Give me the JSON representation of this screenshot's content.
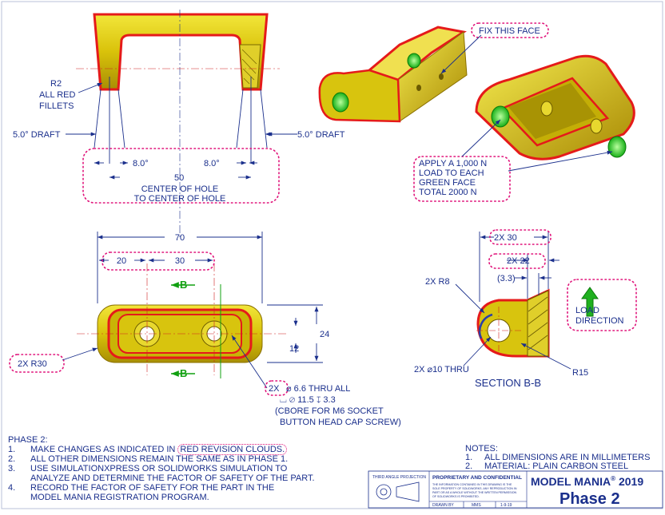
{
  "colors": {
    "part_yellow": "#e8d40c",
    "fillet_red": "#e51a1a",
    "face_green": "#2ecc2e",
    "dim_blue": "#1a2f8c",
    "cloud_magenta": "#e0137a",
    "section_blue": "#2a3fa8"
  },
  "top_view": {
    "fillet_note": [
      "R2",
      "ALL RED",
      "FILLETS"
    ],
    "draft_left": "5.0° DRAFT",
    "draft_right": "5.0° DRAFT",
    "angle_left": "8.0°",
    "angle_right": "8.0°",
    "span": "50",
    "span_note": [
      "CENTER OF HOLE",
      "TO CENTER OF HOLE"
    ]
  },
  "iso_view": {
    "fix_label": "FIX THIS FACE",
    "load_note": [
      "APPLY A 1,000 N",
      "LOAD TO EACH",
      "GREEN FACE",
      "TOTAL 2000 N"
    ]
  },
  "front_view": {
    "overall": "70",
    "d20": "20",
    "d30": "30",
    "height": "24",
    "d12": "12",
    "section_letter": "B",
    "radius": "2X R30",
    "hole_note": {
      "qty": "2X",
      "line1": "⌀ 6.6 THRU ALL",
      "line2": "⌴ ⌀ 11.5 ↧ 3.3",
      "line3": "(CBORE FOR M6 SOCKET",
      "line4": "BUTTON HEAD CAP SCREW)"
    }
  },
  "section_view": {
    "d30": "2X 30",
    "d22": "2X 22",
    "d33": "(3.3)",
    "r8": "2X R8",
    "thru": "2X ⌀10 THRU",
    "r15": "R15",
    "title": "SECTION B-B",
    "load_direction": [
      "LOAD",
      "DIRECTION"
    ]
  },
  "phase_notes": {
    "heading": "PHASE 2:",
    "items": [
      {
        "num": "1.",
        "pre": "MAKE CHANGES AS INDICATED IN ",
        "cloud": "RED REVISION CLOUDS.",
        "lines": []
      },
      {
        "num": "2.",
        "pre": "ALL OTHER DIMENSIONS REMAIN THE SAME AS IN PHASE 1.",
        "cloud": "",
        "lines": []
      },
      {
        "num": "3.",
        "pre": "USE SIMULATIONXPRESS OR SOLIDWORKS SIMULATION TO",
        "cloud": "",
        "lines": [
          "ANALYZE AND DETERMINE THE FACTOR OF SAFETY OF THE PART."
        ]
      },
      {
        "num": "4.",
        "pre": "RECORD THE FACTOR OF SAFETY FOR THE PART IN THE",
        "cloud": "",
        "lines": [
          "MODEL MANIA REGISTRATION PROGRAM."
        ]
      }
    ]
  },
  "notes": {
    "heading": "NOTES:",
    "items": [
      {
        "num": "1.",
        "text": "ALL DIMENSIONS ARE IN MILLIMETERS"
      },
      {
        "num": "2.",
        "text": "MATERIAL: PLAIN CARBON STEEL"
      }
    ]
  },
  "title_block": {
    "projection": "THIRD ANGLE PROJECTION",
    "proprietary": "PROPRIETARY AND CONFIDENTIAL",
    "legal": [
      "THE INFORMATION CONTAINED IN THIS DRAWING IS THE",
      "SOLE PROPERTY OF SOLIDWORKS. ANY REPRODUCTION IN",
      "PART OR AS A WHOLE WITHOUT THE WRITTEN PERMISSION",
      "OF SOLIDWORKS IS PROHIBITED."
    ],
    "drawn_by": "DRAWN BY",
    "name": "MMS",
    "date": "1-9-19",
    "brand": "MODEL MANIA",
    "reg": "®",
    "year": "2019",
    "phase": "Phase 2"
  }
}
